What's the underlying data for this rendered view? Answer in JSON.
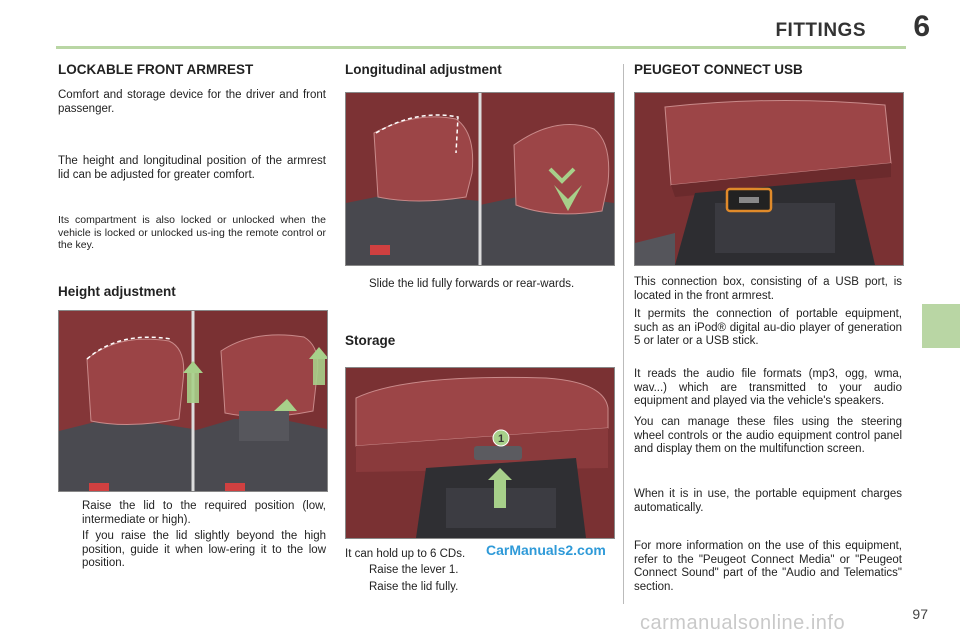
{
  "header": {
    "title": "FITTINGS",
    "chapter": "6"
  },
  "col1": {
    "heading": "LOCKABLE FRONT ARMREST",
    "p1": "Comfort and storage device for the driver and front passenger.",
    "p2": "The height and longitudinal position of the armrest lid can be adjusted for greater comfort.",
    "p3": "Its compartment is also locked or unlocked when the vehicle is locked or unlocked us-ing the remote control or the key.",
    "height_heading": "Height adjustment",
    "bullet_marker": "",
    "bullets": [
      "Raise the lid to the required position (low, intermediate or high).",
      "If you raise the lid slightly beyond the high position, guide it when low-ering it to the low position."
    ]
  },
  "col2": {
    "heading": "Longitudinal adjustment",
    "bullet1": "Slide the lid fully forwards or rear-wards.",
    "storage_heading": "Storage",
    "storage_text": "It can hold up to 6 CDs.",
    "storage_bullets": [
      "Raise the lever 1.",
      "Raise the lid fully."
    ],
    "callout": "1"
  },
  "col3": {
    "heading": "PEUGEOT CONNECT USB",
    "p1": "This connection box, consisting of a USB port, is located in the front armrest.",
    "p2": "It permits the connection of portable equipment, such as an iPod® digital au-dio player of generation 5 or later or a USB stick.",
    "p3": "It reads the audio file formats (mp3, ogg, wma, wav...) which are transmitted to your audio equipment and played via the vehicle's speakers.",
    "p4": "You can manage these files using the steering wheel controls or the audio equipment control panel and display them on the multifunction screen.",
    "p5": "When it is in use, the portable equipment charges automatically.",
    "p6": "For more information on the use of this equipment, refer to the \"Peugeot Connect Media\" or \"Peugeot Connect Sound\" part of the \"Audio and Telematics\" section."
  },
  "page_number": "97",
  "watermark": "CarManuals2.com",
  "watermark_bottom": "carmanualsonline.info",
  "colors": {
    "accent_green": "#b9d6a4",
    "leather": "#8a3a3c",
    "arrow": "#a7d08a",
    "highlight": "#e08a2a"
  }
}
